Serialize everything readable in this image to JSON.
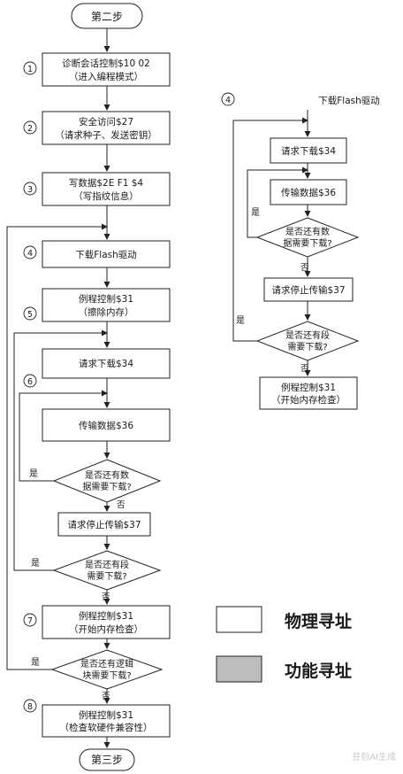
{
  "left": {
    "start": "第二步",
    "end": "第三步",
    "steps": {
      "s1": [
        "诊断会话控制$10 02",
        "（进入编程模式）"
      ],
      "s2": [
        "安全访问$27",
        "（请求种子、发送密钥）"
      ],
      "s3": [
        "写数据$2E F1 $4",
        "（写指纹信息）"
      ],
      "s4": [
        "下载Flash驱动"
      ],
      "s5": [
        "例程控制$31",
        "（擦除内存）"
      ],
      "req": [
        "请求下载$34"
      ],
      "trans": [
        "传输数据$36"
      ],
      "stop": [
        "请求停止传输$37"
      ],
      "s7": [
        "例程控制$31",
        "（开始内存检查）"
      ],
      "s8": [
        "例程控制$31",
        "（检查软硬件兼容性）"
      ]
    },
    "decisions": {
      "d1": [
        "是否还有数",
        "据需要下载?"
      ],
      "d2": [
        "是否还有段",
        "需要下载?"
      ],
      "d3": [
        "是否还有逻辑",
        "块需要下载?"
      ]
    }
  },
  "right": {
    "title": "下载Flash驱动",
    "steps": {
      "req": [
        "请求下载$34"
      ],
      "trans": [
        "传输数据$36"
      ],
      "stop": [
        "请求停止传输$37"
      ],
      "check": [
        "例程控制$31",
        "（开始内存检查）"
      ]
    },
    "decisions": {
      "d1": [
        "是否还有数",
        "据需要下载?"
      ],
      "d2": [
        "是否还有段",
        "需要下载?"
      ]
    }
  },
  "nums": {
    "n1": "1",
    "n2": "2",
    "n3": "3",
    "n4": "4",
    "n5": "5",
    "n6": "6",
    "n7": "7",
    "n8": "8",
    "rn4": "4"
  },
  "yes": "是",
  "no": "否",
  "legend": {
    "physical": "物理寻址",
    "functional": "功能寻址",
    "physical_color": "#ffffff",
    "functional_color": "#bdbdbd"
  },
  "watermark": "豆包AI生成"
}
